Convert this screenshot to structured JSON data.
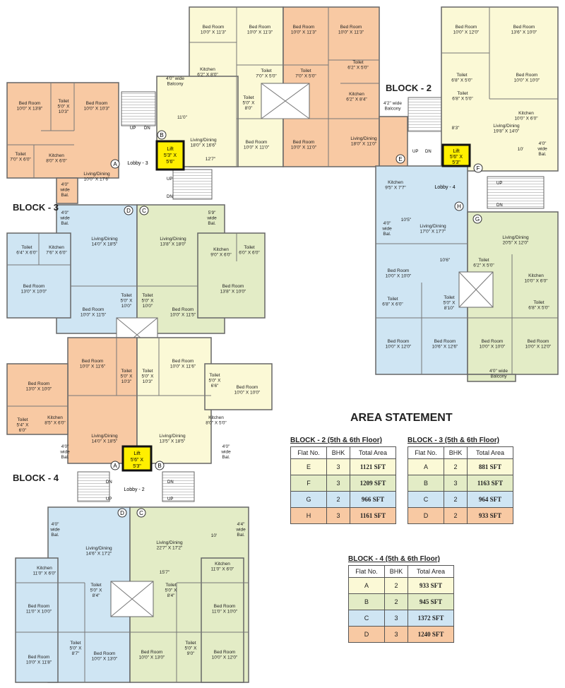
{
  "blocks": {
    "b2": "BLOCK - 2",
    "b3": "BLOCK - 3",
    "b4": "BLOCK - 4"
  },
  "area_title": "AREA STATEMENT",
  "tables": {
    "t2": {
      "caption": "BLOCK - 2 (5th & 6th Floor)",
      "headers": [
        "Flat No.",
        "BHK",
        "Total Area"
      ],
      "rows": [
        {
          "flat": "E",
          "bhk": "3",
          "area": "1121 SFT"
        },
        {
          "flat": "F",
          "bhk": "3",
          "area": "1209 SFT"
        },
        {
          "flat": "G",
          "bhk": "2",
          "area": "966 SFT"
        },
        {
          "flat": "H",
          "bhk": "3",
          "area": "1161 SFT"
        }
      ]
    },
    "t3": {
      "caption": "BLOCK - 3 (5th & 6th Floor)",
      "headers": [
        "Flat No.",
        "BHK",
        "Total Area"
      ],
      "rows": [
        {
          "flat": "A",
          "bhk": "2",
          "area": "881 SFT"
        },
        {
          "flat": "B",
          "bhk": "3",
          "area": "1163 SFT"
        },
        {
          "flat": "C",
          "bhk": "2",
          "area": "964 SFT"
        },
        {
          "flat": "D",
          "bhk": "2",
          "area": "933 SFT"
        }
      ]
    },
    "t4": {
      "caption": "BLOCK - 4 (5th & 6th Floor)",
      "headers": [
        "Flat No.",
        "BHK",
        "Total Area"
      ],
      "rows": [
        {
          "flat": "A",
          "bhk": "2",
          "area": "933 SFT"
        },
        {
          "flat": "B",
          "bhk": "2",
          "area": "945 SFT"
        },
        {
          "flat": "C",
          "bhk": "3",
          "area": "1372 SFT"
        },
        {
          "flat": "D",
          "bhk": "3",
          "area": "1240 SFT"
        }
      ]
    }
  },
  "lobbies": {
    "l3": "Lobby - 3",
    "l4": "Lobby - 4",
    "l2": "Lobby - 2"
  },
  "lifts": {
    "b3": [
      "Lift",
      "5'3\" X",
      "5'6\""
    ],
    "b2": [
      "Lift",
      "5'6\" X",
      "5'3\""
    ],
    "b4": [
      "Lift",
      "5'6\" X",
      "5'3\""
    ]
  },
  "flat_markers": {
    "b3a": "A",
    "b3b": "B",
    "b3c": "C",
    "b3d": "D",
    "b2e": "E",
    "b2f": "F",
    "b2g": "G",
    "b2h": "H",
    "b4a": "A",
    "b4b": "B",
    "b4c": "C",
    "b4d": "D"
  },
  "stairs": {
    "up": "UP",
    "dn": "DN"
  },
  "rooms": {
    "b3top_bed1": [
      "Bed Room",
      "10'0\" X 11'3\""
    ],
    "b3top_bed2": [
      "Bed Room",
      "10'0\" X 11'3\""
    ],
    "b3top_bed3": [
      "Bed Room",
      "10'0\" X 11'3\""
    ],
    "b3top_bed4": [
      "Bed Room",
      "10'0\" X 11'3\""
    ],
    "b3top_kit": [
      "Kitchen",
      "6'2\" X 8'0\""
    ],
    "b3top_toilet1": [
      "Toilet",
      "7'0\" X 5'0\""
    ],
    "b3top_toilet2": [
      "Toilet",
      "7'0\" X 5'0\""
    ],
    "b3top_toilet3": [
      "Toilet",
      "6'2\" X 5'0\""
    ],
    "b3top_toilet4": [
      "Toilet",
      "5'0\" X",
      "8'0\""
    ],
    "b3top_kit2": [
      "Kitchen",
      "6'2\" X 8'4\""
    ],
    "b3top_balc": [
      "4'0\" wide",
      "Balcony"
    ],
    "b3top_liv1": [
      "Living/Dining",
      "18'0\" X 16'6\""
    ],
    "b3top_liv2": [
      "Living/Dining",
      "18'0\" X 11'0\""
    ],
    "b3top_bed5": [
      "Bed Room",
      "10'0\" X 11'0\""
    ],
    "b3top_bed6": [
      "Bed Room",
      "10'0\" X 11'0\""
    ],
    "b3top_dim1": [
      "11'0\""
    ],
    "b3top_dim2": [
      "12'7\""
    ],
    "b3left_bed1": [
      "Bed Room",
      "10'0\" X 13'8\""
    ],
    "b3left_toilet1": [
      "Toilet",
      "5'0\" X",
      "10'3\""
    ],
    "b3left_bed2": [
      "Bed Room",
      "10'0\" X 10'3\""
    ],
    "b3left_toilet2": [
      "Toilet",
      "7'0\" X 6'0\""
    ],
    "b3left_kit": [
      "Kitchen",
      "8'0\" X 6'0\""
    ],
    "b3left_liv": [
      "Living/Dining",
      "10'0\" X 17'6\""
    ],
    "b3left_bal": [
      "4'0\"",
      "wide",
      "Bal."
    ],
    "b3d_bal": [
      "4'0\"",
      "wide",
      "Bal."
    ],
    "b3d_liv": [
      "Living/Dining",
      "14'0\" X 18'5\""
    ],
    "b3d_toilet": [
      "Toilet",
      "6'4\" X 6'0\""
    ],
    "b3d_kit": [
      "Kitchen",
      "7'6\" X 6'0\""
    ],
    "b3d_bed1": [
      "Bed Room",
      "13'0\" X 10'0\""
    ],
    "b3d_bed2": [
      "Bed Room",
      "10'0\" X 11'5\""
    ],
    "b3d_toilet2": [
      "Toilet",
      "5'0\" X",
      "10'0\""
    ],
    "b3c_liv": [
      "Living/Dining",
      "13'8\" X 18'0\""
    ],
    "b3c_bal": [
      "5'9\"",
      "wide",
      "Bal."
    ],
    "b3c_kit": [
      "Kitchen",
      "9'0\" X 6'0\""
    ],
    "b3c_toilet": [
      "Toilet",
      "6'0\" X 6'0\""
    ],
    "b3c_bed1": [
      "Bed Room",
      "13'8\" X 10'0\""
    ],
    "b3c_toilet2": [
      "Toilet",
      "5'0\" X",
      "10'0\""
    ],
    "b3c_bed2": [
      "Bed Room",
      "10'0\" X 11'5\""
    ],
    "b4a_bed1": [
      "Bed Room",
      "10'0\" X 11'6\""
    ],
    "b4a_bed2": [
      "Bed Room",
      "13'0\" X 10'0\""
    ],
    "b4a_toilet1": [
      "Toilet",
      "5'0\" X",
      "10'3\""
    ],
    "b4a_toilet2": [
      "Toilet",
      "5'4\" X",
      "6'0\""
    ],
    "b4a_kit": [
      "Kitchen",
      "8'5\" X 6'0\""
    ],
    "b4a_liv": [
      "Living/Dining",
      "14'0\" X 18'5\""
    ],
    "b4a_bal": [
      "4'0\"",
      "wide",
      "Bal."
    ],
    "b4b_bed1": [
      "Bed Room",
      "10'0\" X 11'6\""
    ],
    "b4b_toilet1": [
      "Toilet",
      "5'0\" X",
      "10'3\""
    ],
    "b4b_toilet2": [
      "Toilet",
      "5'0\" X",
      "6'6\""
    ],
    "b4b_bed2": [
      "Bed Room",
      "10'0\" X 10'0\""
    ],
    "b4b_kit": [
      "Kitchen",
      "8'0\" X 5'0\""
    ],
    "b4b_liv": [
      "Living/Dining",
      "13'5\" X 18'5\""
    ],
    "b4b_bal": [
      "4'0\"",
      "wide",
      "Bal."
    ],
    "b4d_bal": [
      "4'0\"",
      "wide",
      "Bal."
    ],
    "b4d_liv": [
      "Living/Dining",
      "14'6\" X 17'2\""
    ],
    "b4d_kit": [
      "Kitchen",
      "11'0\" X 6'0\""
    ],
    "b4d_bed1": [
      "Bed Room",
      "11'0\" X 10'0\""
    ],
    "b4d_toilet": [
      "Toilet",
      "5'0\" X",
      "8'4\""
    ],
    "b4d_bed2": [
      "Bed Room",
      "10'0\" X 11'8\""
    ],
    "b4d_toilet2": [
      "Toilet",
      "5'0\" X",
      "8'7\""
    ],
    "b4d_bed3": [
      "Bed Room",
      "10'0\" X 13'0\""
    ],
    "b4c_liv": [
      "Living/Dining",
      "22'7\" X 17'2\""
    ],
    "b4c_bal": [
      "4'4\"",
      "wide",
      "Bal."
    ],
    "b4c_dim1": [
      "10'"
    ],
    "b4c_dim2": [
      "15'7\""
    ],
    "b4c_kit": [
      "Kitchen",
      "11'0\" X 6'0\""
    ],
    "b4c_toilet": [
      "Toilet",
      "5'0\" X",
      "8'4\""
    ],
    "b4c_bed1": [
      "Bed Room",
      "11'0\" X 10'0\""
    ],
    "b4c_bed2": [
      "Bed Room",
      "10'0\" X 13'0\""
    ],
    "b4c_toilet2": [
      "Toilet",
      "5'0\" X",
      "9'0\""
    ],
    "b4c_bed3": [
      "Bed Room",
      "10'0\" X 12'0\""
    ],
    "b2_bed1": [
      "Bed Room",
      "10'0\" X 12'0\""
    ],
    "b2_bed2": [
      "Bed Room",
      "13'6\" X 10'0\""
    ],
    "b2_toilet1": [
      "Toilet",
      "6'8\" X 5'0\""
    ],
    "b2_bed3": [
      "Bed Room",
      "10'0\" X 10'0\""
    ],
    "b2_toilet2": [
      "Toilet",
      "6'8\" X 5'0\""
    ],
    "b2_kit": [
      "Kitchen",
      "10'0\" X 6'0\""
    ],
    "b2_liv": [
      "Living/Dining",
      "19'8\" X 14'0\""
    ],
    "b2_bal": [
      "4'0\"",
      "wide",
      "Bal."
    ],
    "b2_dim1": [
      "8'3\""
    ],
    "b2_dim2": [
      "10'"
    ],
    "b2_balc": [
      "4'2\" wide",
      "Balcony"
    ],
    "b2h_kit": [
      "Kitchen",
      "9'5\" X 7'7\""
    ],
    "b2h_bal": [
      "4'0\"",
      "wide",
      "Bal."
    ],
    "b2h_dim": [
      "10'5\""
    ],
    "b2h_liv": [
      "Living/Dining",
      "17'0\" X 17'7\""
    ],
    "b2h_bed1": [
      "Bed Room",
      "10'0\" X 10'0\""
    ],
    "b2h_dim2": [
      "10'6\""
    ],
    "b2h_toilet1": [
      "Toilet",
      "6'8\" X 6'0\""
    ],
    "b2h_toilet2": [
      "Toilet",
      "5'0\" X",
      "8'10\""
    ],
    "b2h_bed2": [
      "Bed Room",
      "10'0\" X 12'0\""
    ],
    "b2h_bed3": [
      "Bed Room",
      "10'6\" X 12'6\""
    ],
    "b2g_liv": [
      "Living/Dining",
      "20'5\" X 12'0\""
    ],
    "b2g_toilet1": [
      "Toilet",
      "6'2\" X 5'0\""
    ],
    "b2g_kit": [
      "Kitchen",
      "10'0\" X 6'0\""
    ],
    "b2g_toilet2": [
      "Toilet",
      "6'8\" X 5'0\""
    ],
    "b2g_bed1": [
      "Bed Room",
      "10'0\" X 10'0\""
    ],
    "b2g_bed2": [
      "Bed Room",
      "10'0\" X 12'0\""
    ],
    "b2g_balc": [
      "4'0\" wide",
      "Balcony"
    ]
  }
}
